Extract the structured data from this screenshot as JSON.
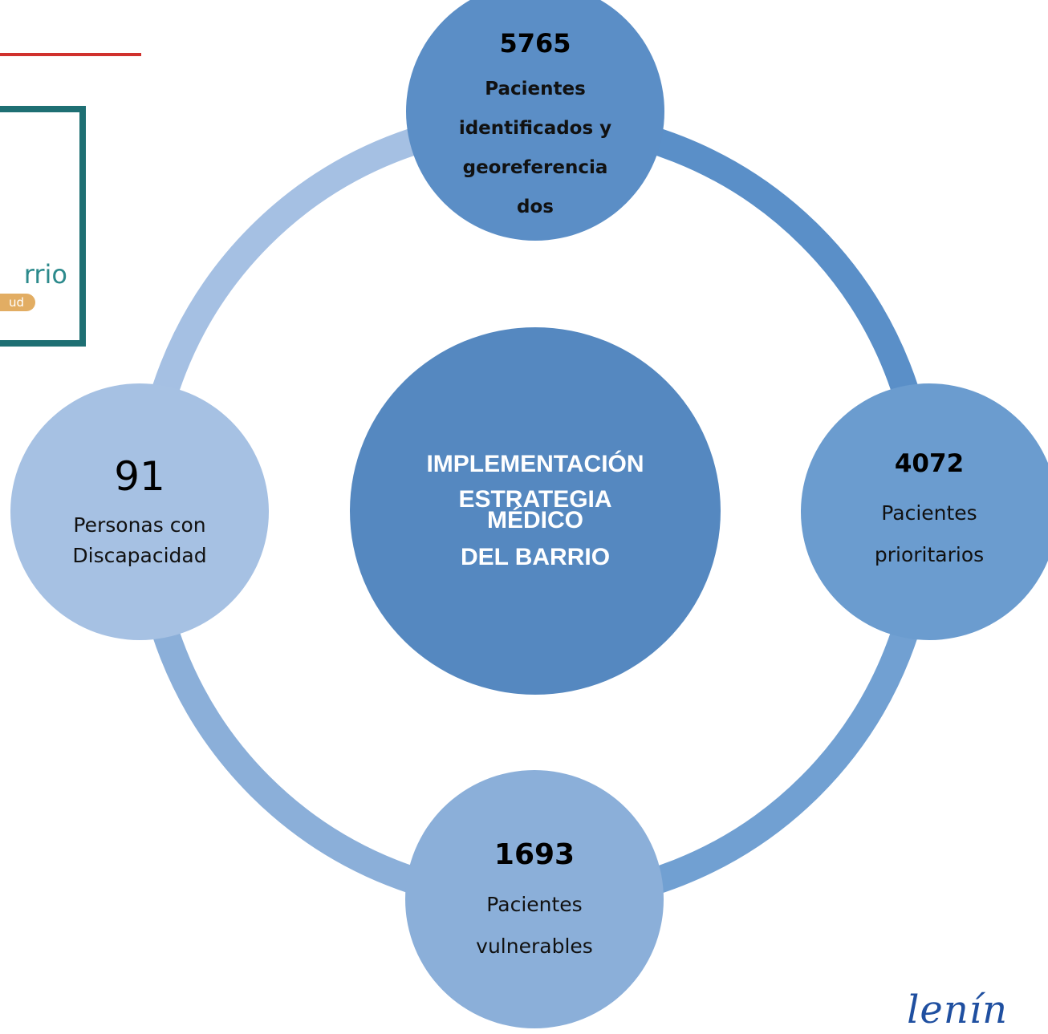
{
  "logo": {
    "visible_text": "rrio",
    "pill_text": "ud"
  },
  "center": {
    "line1": "IMPLEMENTACIÓN",
    "line2": "ESTRATEGIA",
    "line3": "MÉDICO",
    "line4": "DEL BARRIO"
  },
  "nodes": {
    "top": {
      "value": "5765",
      "line1": "Pacientes",
      "line2": "identificados y",
      "line3": "georeferencia",
      "line4": "dos"
    },
    "right": {
      "value": "4072",
      "line1": "Pacientes",
      "line2": "prioritarios"
    },
    "bottom": {
      "value": "1693",
      "line1": "Pacientes",
      "line2": "vulnerables"
    },
    "left": {
      "value": "91",
      "line1": "Personas con",
      "line2": "Discapacidad"
    }
  },
  "signature": "lenín",
  "colors": {
    "accent_red": "#d0312d",
    "logo_teal": "#1e6f73",
    "ring_top_right": "#5a8fc8",
    "ring_right_bottom": "#71a0d2",
    "ring_bottom_left": "#8bafd9",
    "ring_left_top": "#a5c0e3"
  }
}
